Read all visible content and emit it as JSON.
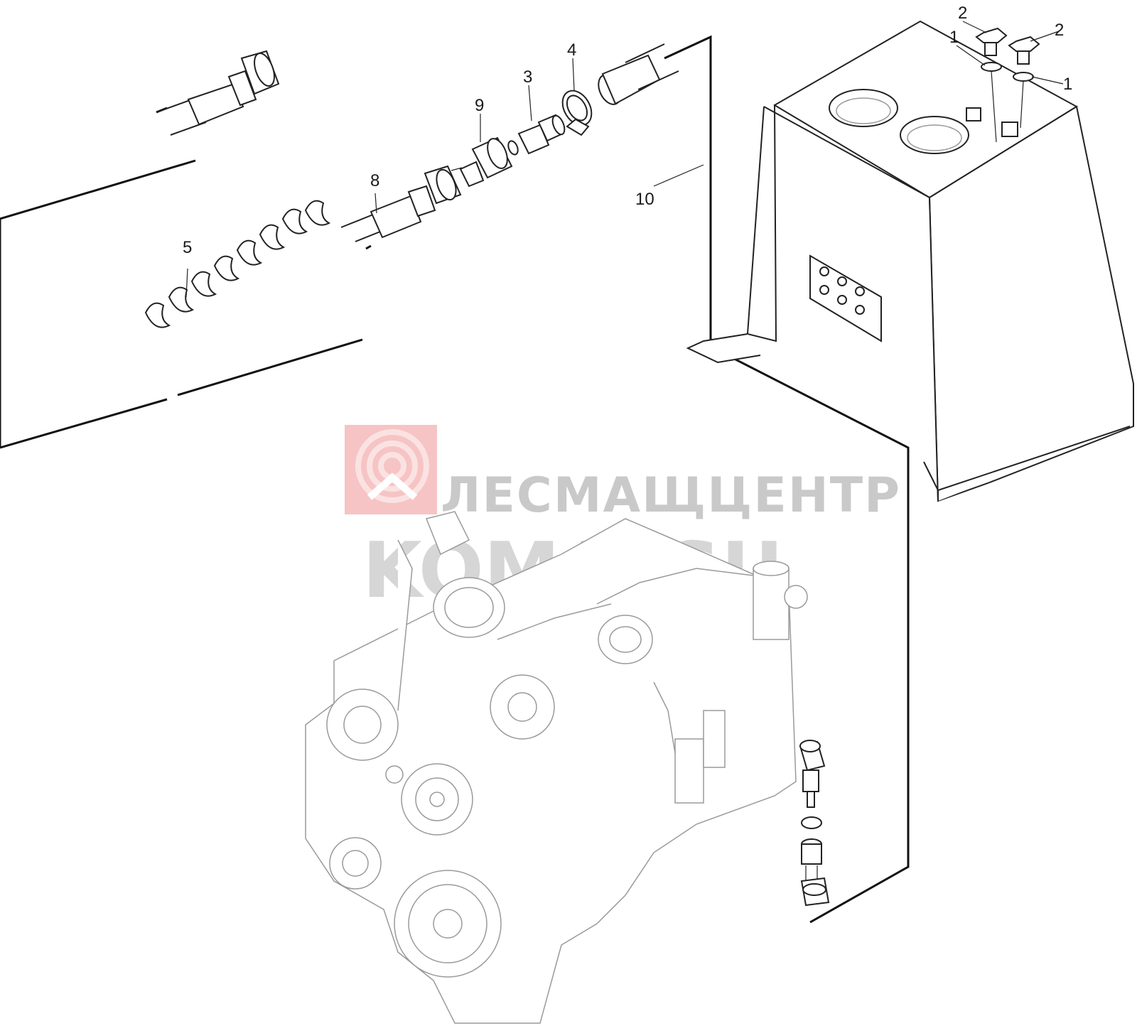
{
  "diagram": {
    "callouts": [
      {
        "id": "c1a",
        "text": "1"
      },
      {
        "id": "c1b",
        "text": "1"
      },
      {
        "id": "c2a",
        "text": "2"
      },
      {
        "id": "c2b",
        "text": "2"
      },
      {
        "id": "c3",
        "text": "3"
      },
      {
        "id": "c4",
        "text": "4"
      },
      {
        "id": "c5",
        "text": "5"
      },
      {
        "id": "c8",
        "text": "8"
      },
      {
        "id": "c9",
        "text": "9"
      },
      {
        "id": "c10",
        "text": "10"
      }
    ]
  },
  "watermark": {
    "company": "ЛЕСМАЩЦЕНТР",
    "brand": "KOMATSU",
    "logo_color": "#f4b8b8"
  },
  "colors": {
    "ink": "#222222",
    "engine_ink": "#9a9a9a",
    "watermark_gray": "#c9c9c9"
  }
}
